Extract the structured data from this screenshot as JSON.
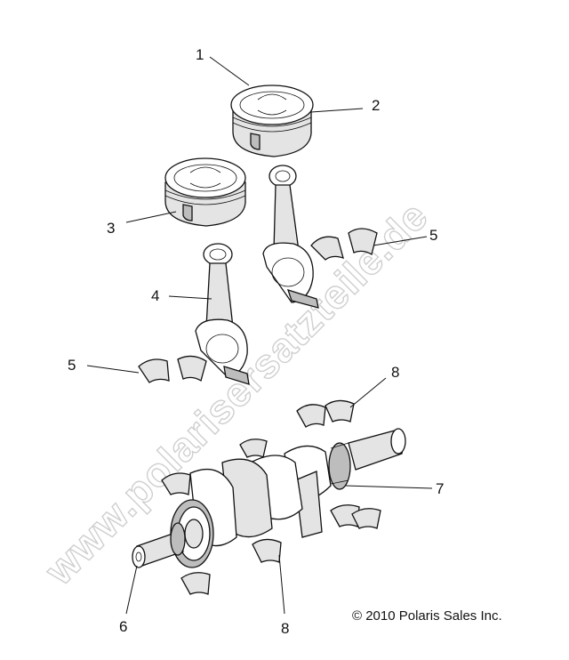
{
  "callouts": [
    {
      "id": "1",
      "label": "1"
    },
    {
      "id": "2",
      "label": "2"
    },
    {
      "id": "3",
      "label": "3"
    },
    {
      "id": "4",
      "label": "4"
    },
    {
      "id": "5a",
      "label": "5"
    },
    {
      "id": "5b",
      "label": "5"
    },
    {
      "id": "6",
      "label": "6"
    },
    {
      "id": "7",
      "label": "7"
    },
    {
      "id": "8a",
      "label": "8"
    },
    {
      "id": "8b",
      "label": "8"
    }
  ],
  "watermark": "www.polarisersatzteile.de",
  "copyright": "© 2010 Polaris Sales Inc."
}
